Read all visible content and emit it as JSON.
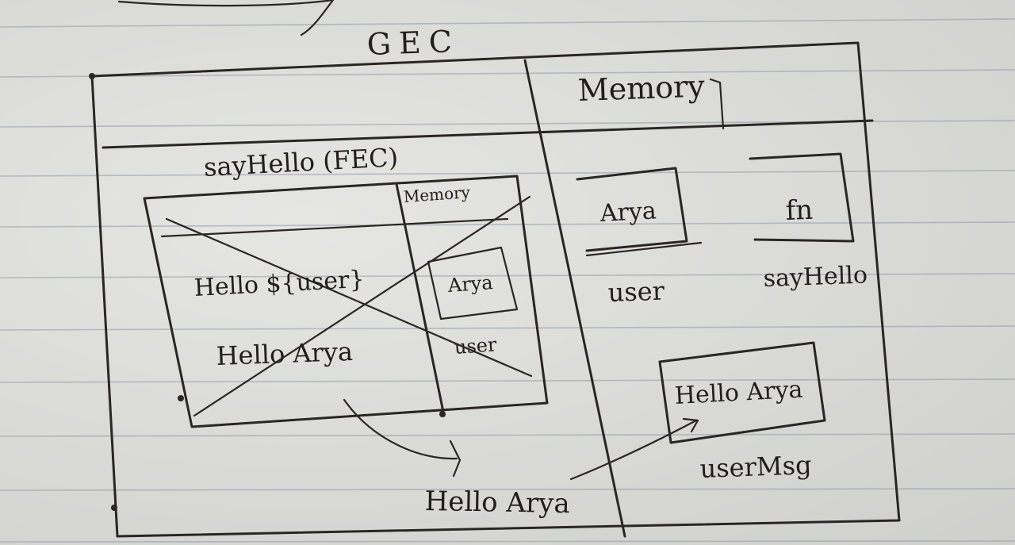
{
  "title": "GEC",
  "global_memory": {
    "label": "Memory",
    "items": [
      {
        "value": "Arya",
        "name": "user"
      },
      {
        "value": "fn",
        "name": "sayHello"
      },
      {
        "value": "Hello Arya",
        "name": "userMsg"
      }
    ]
  },
  "function_context": {
    "label": "sayHello (FEC)",
    "memory_label": "Memory",
    "code": [
      "Hello ${user}",
      "Hello Arya"
    ],
    "memory_value": "Arya",
    "memory_name": "user"
  },
  "return_value": "Hello Arya"
}
